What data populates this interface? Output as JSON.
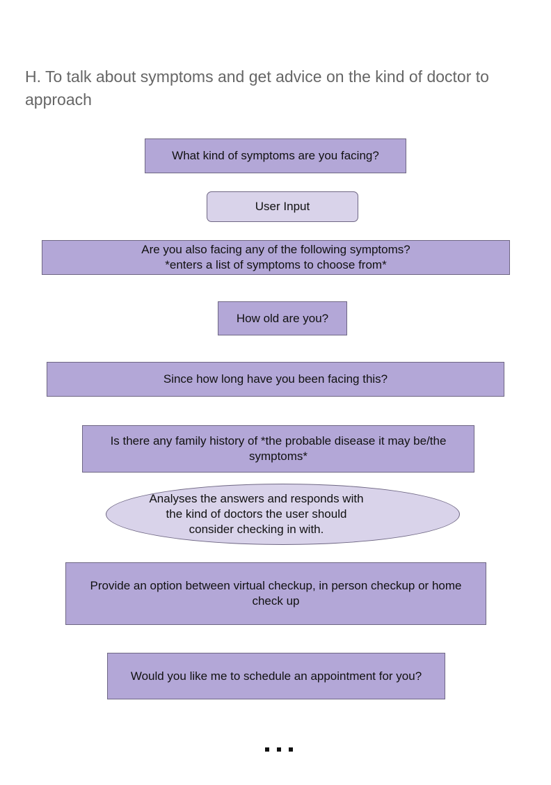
{
  "heading": "H. To talk about symptoms and get advice on the kind of doctor to approach",
  "flow": {
    "q_symptoms": "What kind of symptoms are you facing?",
    "user_input": "User Input",
    "q_other_symptoms": "Are you also facing any of the following symptoms?\n*enters a list of symptoms to choose from*",
    "q_age": "How old are you?",
    "q_duration": "Since how long have you been facing this?",
    "q_family_history": "Is there any family history of *the probable disease it may be/the symptoms*",
    "analysis": "Analyses the answers and responds with\nthe kind of doctors the user should\nconsider checking in with.",
    "checkup_options": "Provide an option between virtual checkup, in person checkup or home check up",
    "q_schedule": "Would you like me to schedule an appointment for you?"
  },
  "colors": {
    "box_fill": "#b3a7d7",
    "light_fill": "#d9d3ea",
    "heading_text": "#666666"
  }
}
